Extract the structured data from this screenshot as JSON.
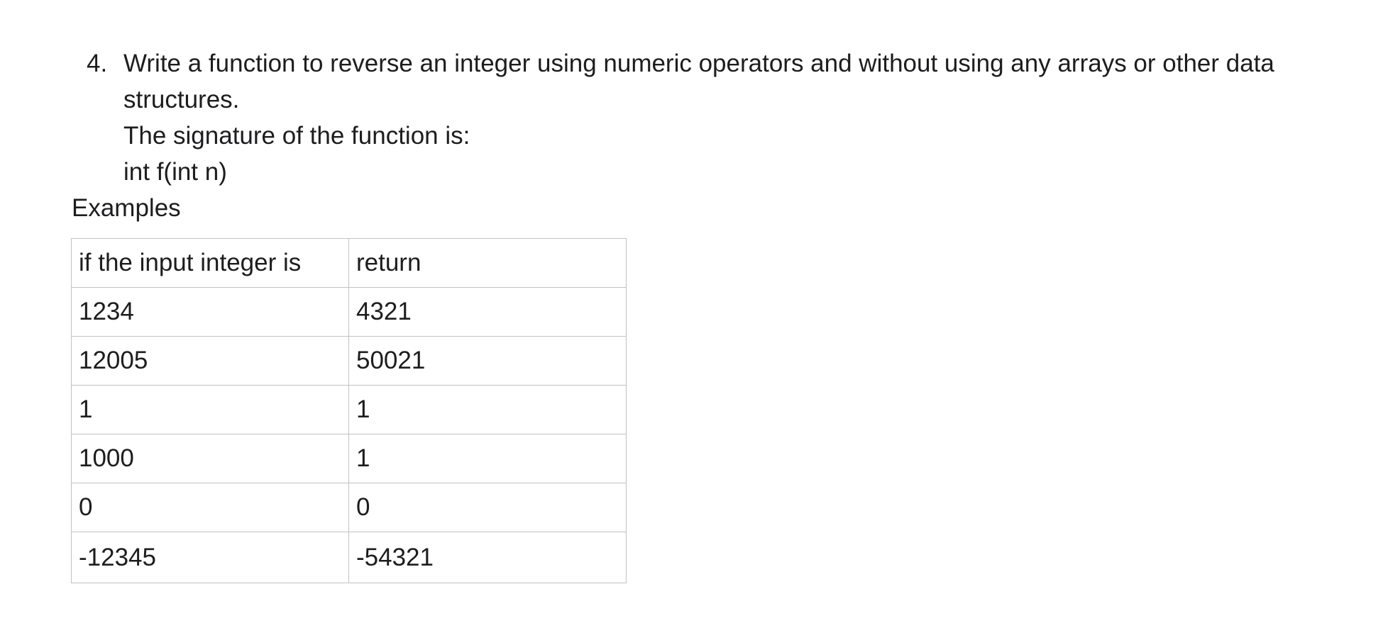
{
  "question": {
    "number": "4.",
    "lines": [
      "Write a function to reverse an integer using numeric operators and without using any arrays or other data",
      "structures.",
      "The signature of the function is:",
      "int f(int n)"
    ]
  },
  "examples_label": "Examples",
  "table": {
    "headers": [
      "if the input integer is",
      "return"
    ],
    "rows": [
      [
        "1234",
        "4321"
      ],
      [
        "12005",
        "50021"
      ],
      [
        "1",
        "1"
      ],
      [
        "1000",
        "1"
      ],
      [
        "0",
        "0"
      ],
      [
        "-12345",
        "-54321"
      ]
    ]
  }
}
